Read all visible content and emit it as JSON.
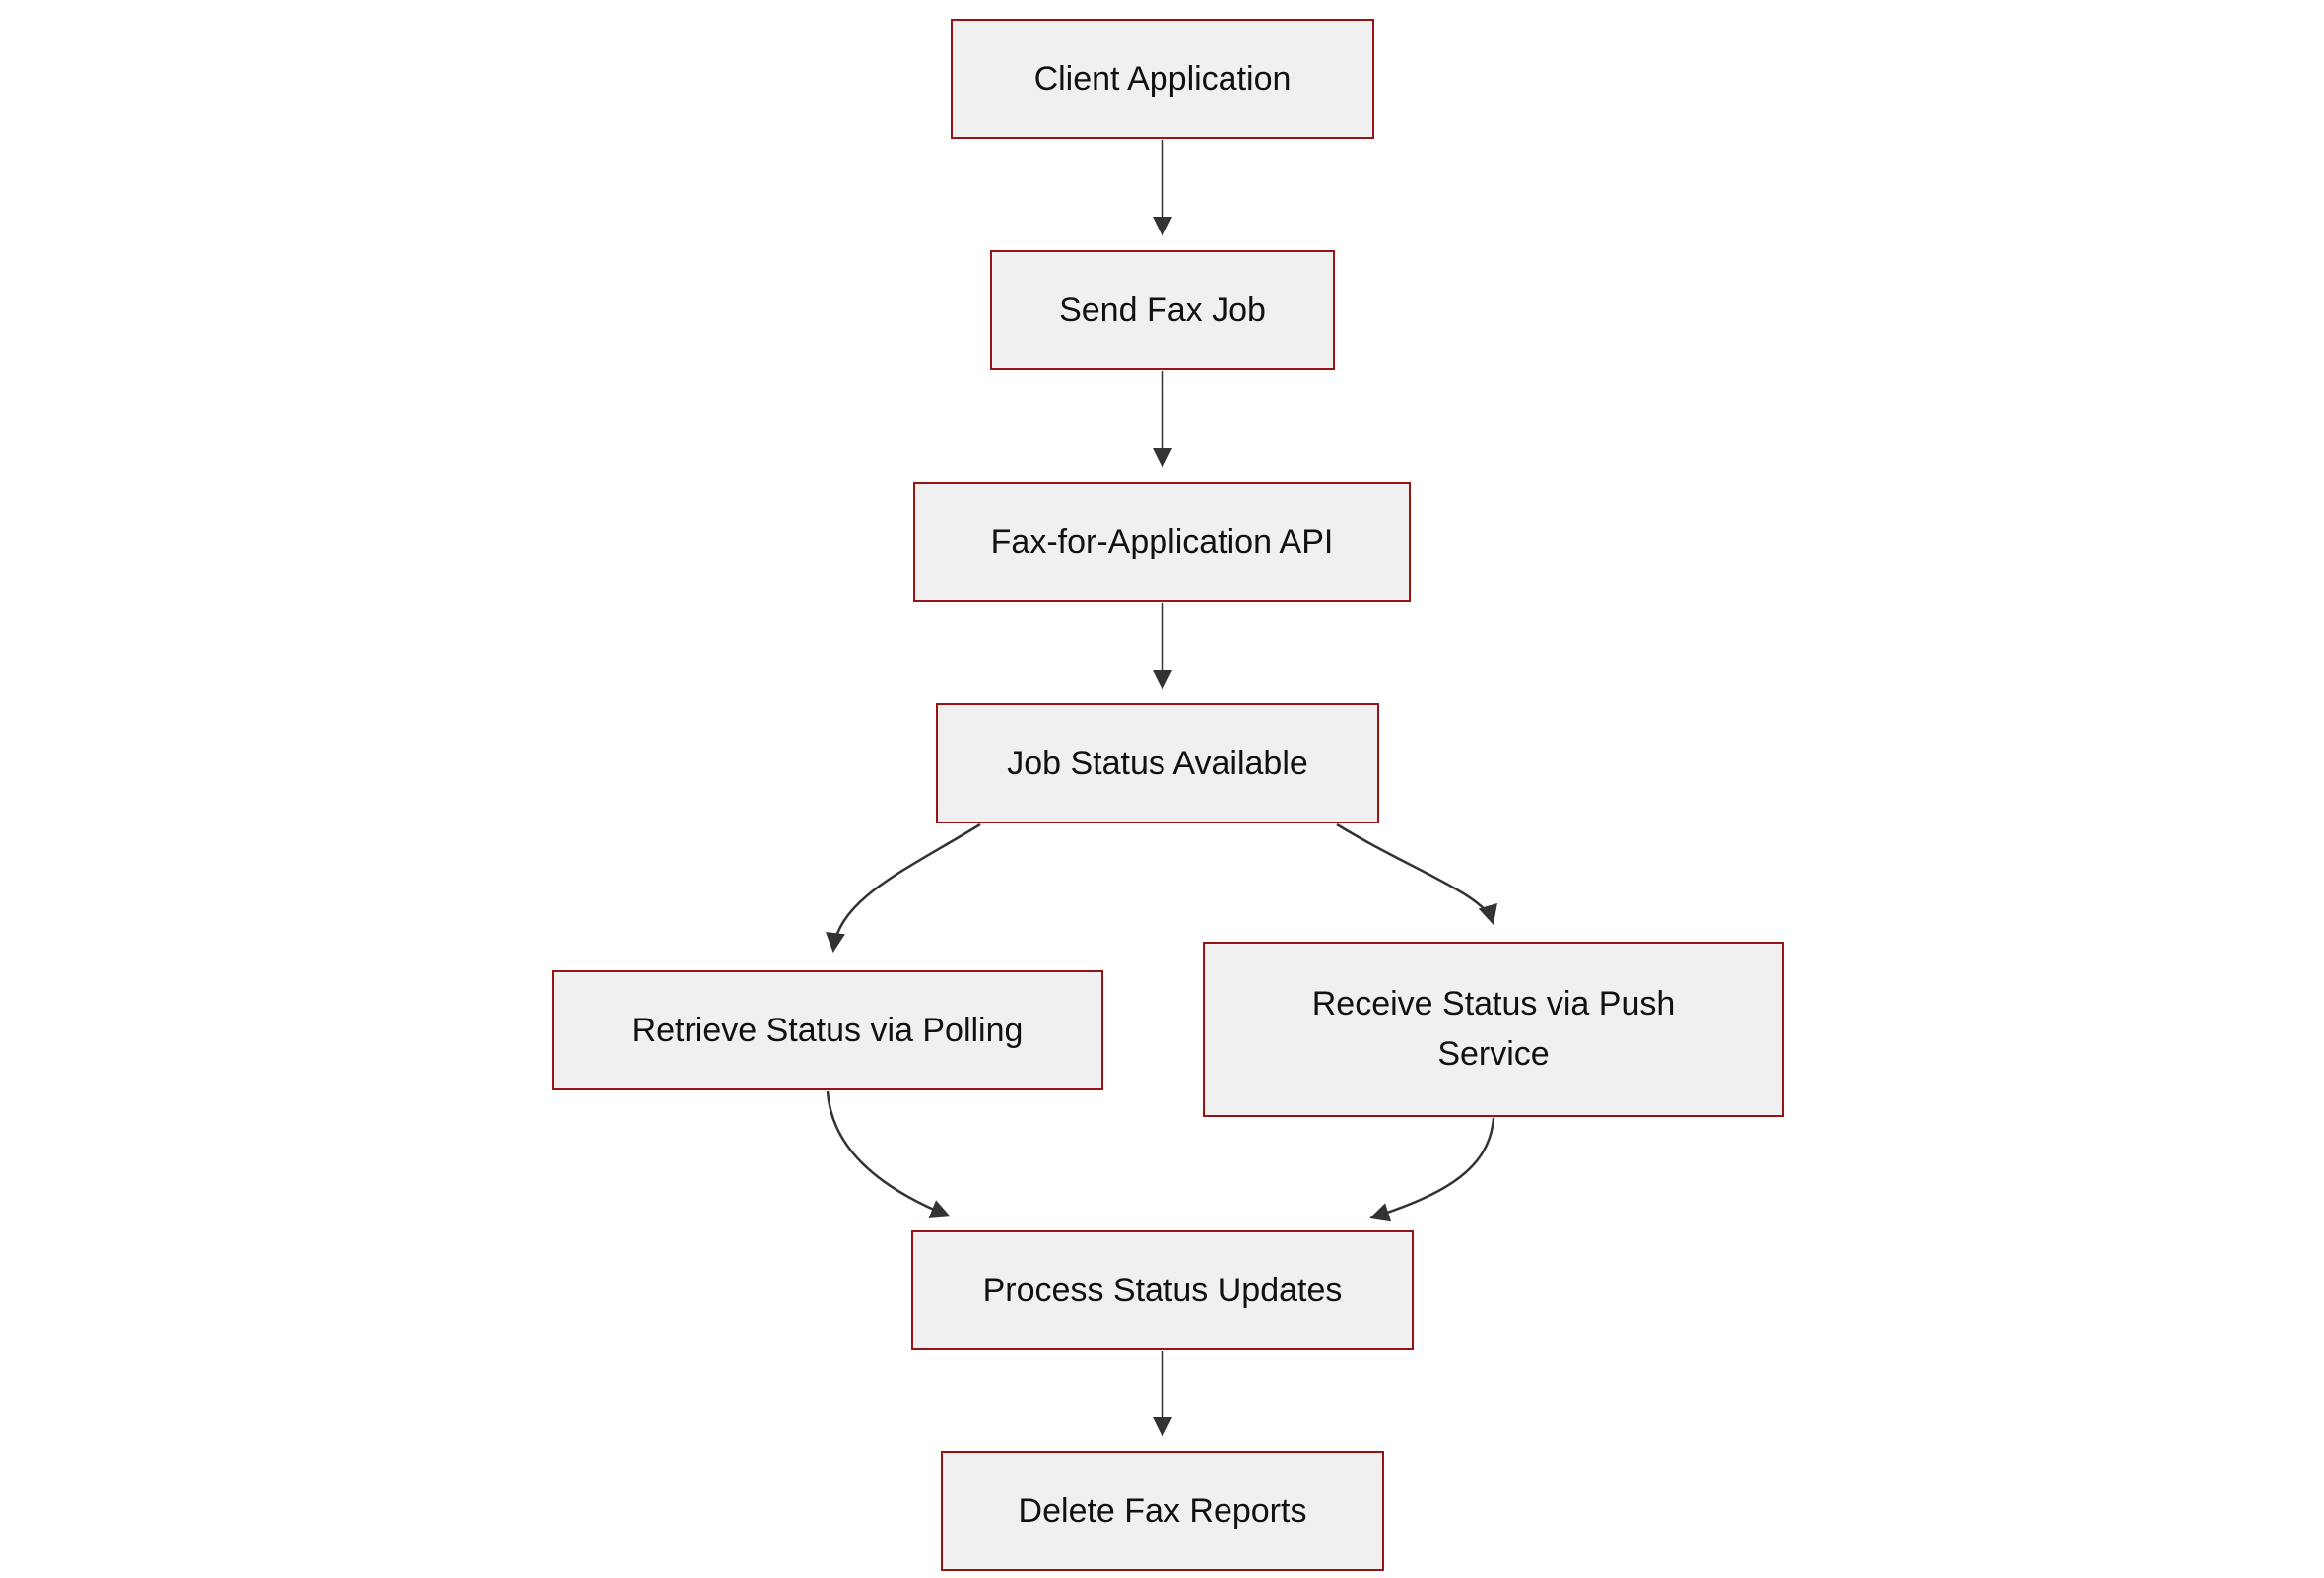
{
  "diagram": {
    "type": "flowchart",
    "direction": "top-down",
    "nodes": [
      {
        "id": "client",
        "label": "Client Application"
      },
      {
        "id": "send",
        "label": "Send Fax Job"
      },
      {
        "id": "api",
        "label": "Fax-for-Application API"
      },
      {
        "id": "status",
        "label": "Job Status Available"
      },
      {
        "id": "polling",
        "label": "Retrieve Status via Polling"
      },
      {
        "id": "push",
        "label": "Receive Status via Push Service"
      },
      {
        "id": "process",
        "label": "Process Status Updates"
      },
      {
        "id": "delete",
        "label": "Delete Fax Reports"
      }
    ],
    "edges": [
      {
        "from": "Client Application",
        "to": "Send Fax Job"
      },
      {
        "from": "Send Fax Job",
        "to": "Fax-for-Application API"
      },
      {
        "from": "Fax-for-Application API",
        "to": "Job Status Available"
      },
      {
        "from": "Job Status Available",
        "to": "Retrieve Status via Polling"
      },
      {
        "from": "Job Status Available",
        "to": "Receive Status via Push Service"
      },
      {
        "from": "Retrieve Status via Polling",
        "to": "Process Status Updates"
      },
      {
        "from": "Receive Status via Push Service",
        "to": "Process Status Updates"
      },
      {
        "from": "Process Status Updates",
        "to": "Delete Fax Reports"
      }
    ],
    "colors": {
      "node_fill": "#f0f0f0",
      "node_border": "#981414",
      "edge": "#333333",
      "text": "#111111",
      "background": "#ffffff"
    }
  }
}
